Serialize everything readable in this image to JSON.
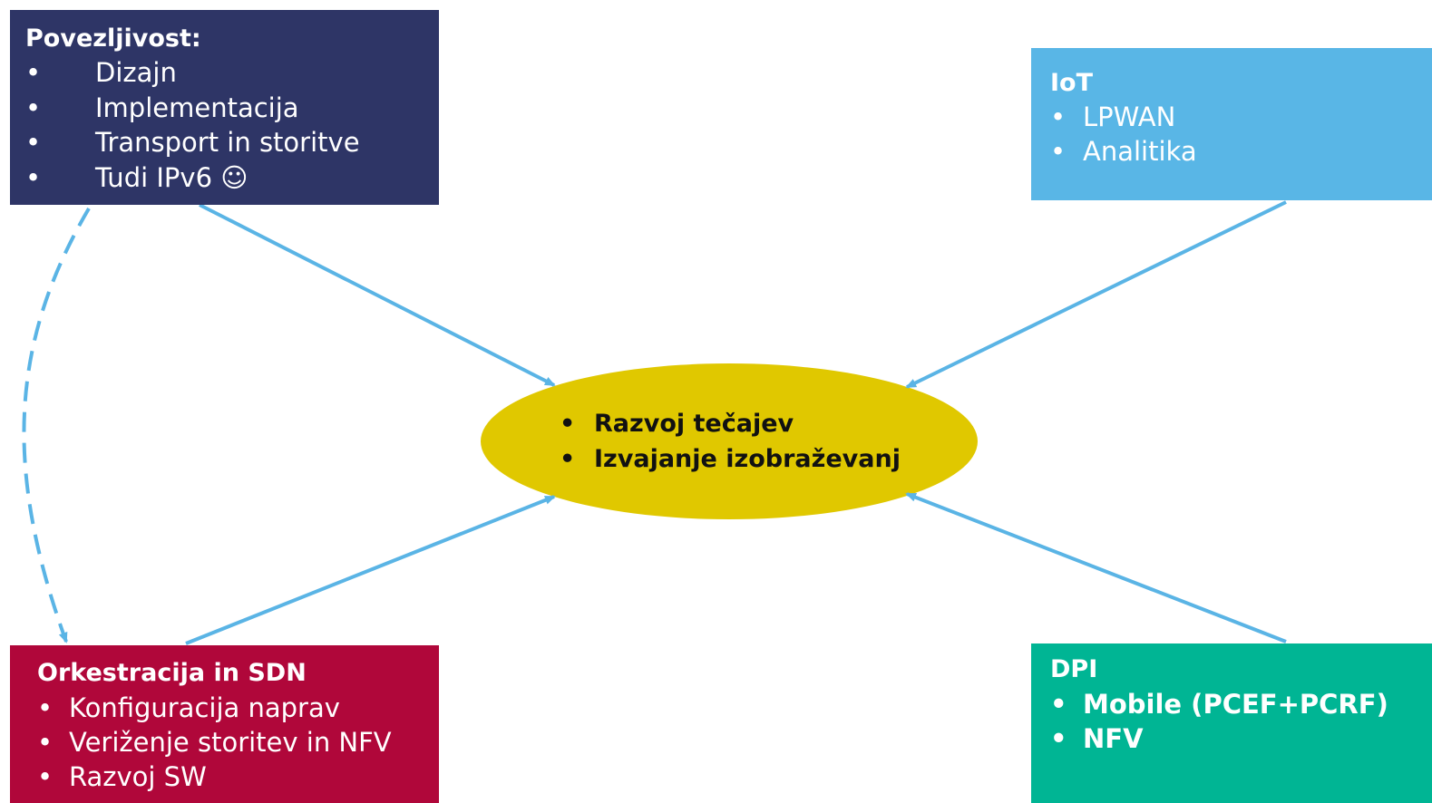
{
  "colors": {
    "connectivity": "#2e3566",
    "iot": "#59b6e6",
    "orchestration": "#b0073a",
    "dpi": "#00b594",
    "center": "#e0c800",
    "arrow": "#5ab4e5"
  },
  "bullet": "•",
  "center": {
    "items": [
      "Razvoj tečajev",
      "Izvajanje izobraževanj"
    ]
  },
  "connectivity": {
    "title": "Povezljivost:",
    "items": [
      "Dizajn",
      "Implementacija",
      "Transport in storitve",
      "Tudi IPv6 ☺"
    ]
  },
  "iot": {
    "title": "IoT",
    "items": [
      "LPWAN",
      "Analitika"
    ]
  },
  "orchestration": {
    "title": "Orkestracija in SDN",
    "items": [
      "Konfiguracija naprav",
      "Veriženje storitev in NFV",
      "Razvoj SW"
    ]
  },
  "dpi": {
    "title": "DPI",
    "items": [
      "Mobile (PCEF+PCRF)",
      "NFV"
    ]
  }
}
